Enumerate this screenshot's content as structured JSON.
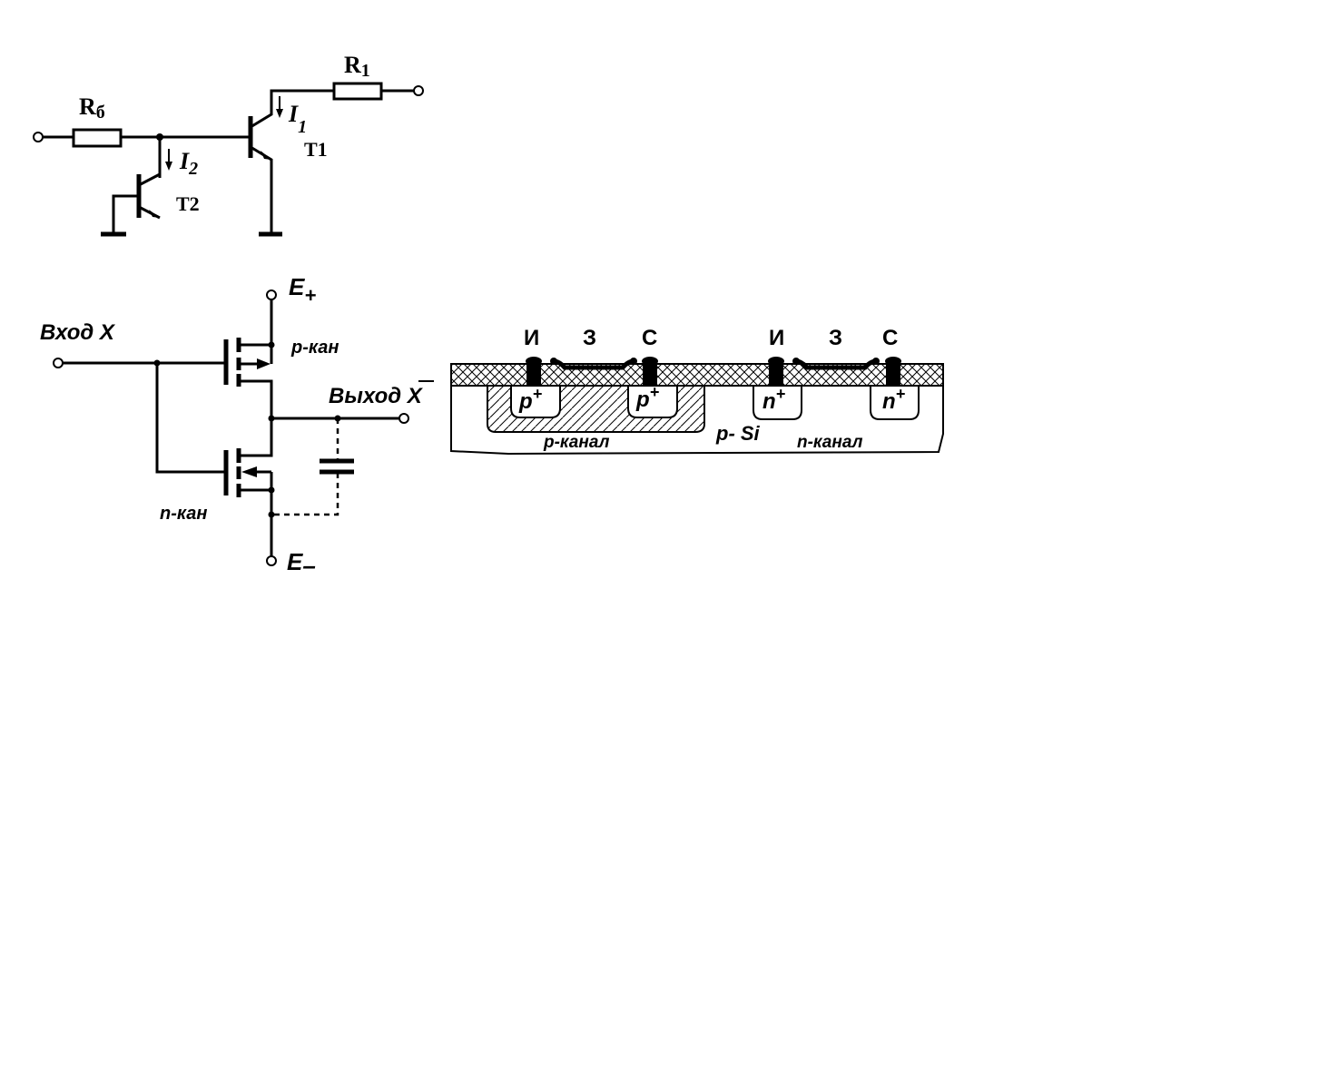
{
  "bjt_circuit": {
    "rb_label": {
      "main": "R",
      "sub": "б"
    },
    "r1_label": {
      "main": "R",
      "sub": "1"
    },
    "i1_label": {
      "main": "I",
      "sub": "1"
    },
    "i2_label": {
      "main": "I",
      "sub": "2"
    },
    "t1_label": "T1",
    "t2_label": "T2"
  },
  "cmos_circuit": {
    "e_plus": {
      "main": "E",
      "sub": "+"
    },
    "e_minus": {
      "main": "E",
      "sub": "–"
    },
    "input_label": "Вход X",
    "output_label": "Выход X",
    "p_channel_label": "p-кан",
    "n_channel_label": "n-кан"
  },
  "cross_section": {
    "terminals_left": [
      "И",
      "З",
      "С"
    ],
    "terminals_right": [
      "И",
      "З",
      "С"
    ],
    "p_plus": {
      "main": "p",
      "sup": "+"
    },
    "n_plus": {
      "main": "n",
      "sup": "+"
    },
    "substrate_label": "p- Si",
    "p_channel_label": "p-канал",
    "n_channel_label": "n-канал"
  }
}
